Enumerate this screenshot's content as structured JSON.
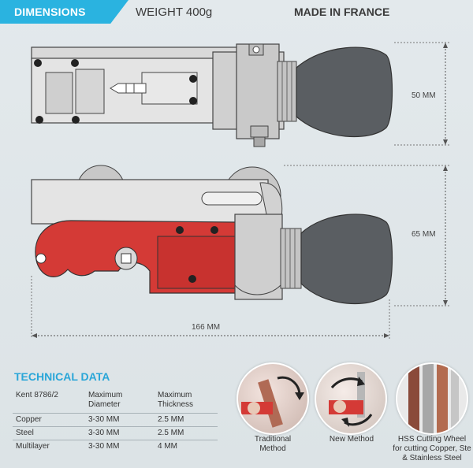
{
  "header": {
    "section_label": "DIMENSIONS",
    "weight": "WEIGHT 400g",
    "origin": "MADE IN FRANCE"
  },
  "dimensions": {
    "top_height": "50 MM",
    "bottom_height": "65 MM",
    "length": "166 MM"
  },
  "technical_data": {
    "title": "TECHNICAL DATA",
    "columns": [
      "Kent 8786/2",
      "Maximum Diameter",
      "Maximum Thickness"
    ],
    "rows": [
      [
        "Copper",
        "3-30 MM",
        "2.5 MM"
      ],
      [
        "Steel",
        "3-30 MM",
        "2.5 MM"
      ],
      [
        "Multilayer",
        "3-30 MM",
        "4 MM"
      ]
    ]
  },
  "methods": [
    {
      "line1": "Traditional",
      "line2": "Method"
    },
    {
      "line1": "New Method",
      "line2": ""
    },
    {
      "line1": "HSS Cutting Wheel",
      "line2": "for cutting Copper, Ste",
      "line3": "& Stainless Steel"
    }
  ],
  "colors": {
    "accent": "#2ab3e0",
    "tool_red": "#d43a36",
    "tool_grey": "#d6d6d6",
    "handle": "#5a5e62"
  }
}
